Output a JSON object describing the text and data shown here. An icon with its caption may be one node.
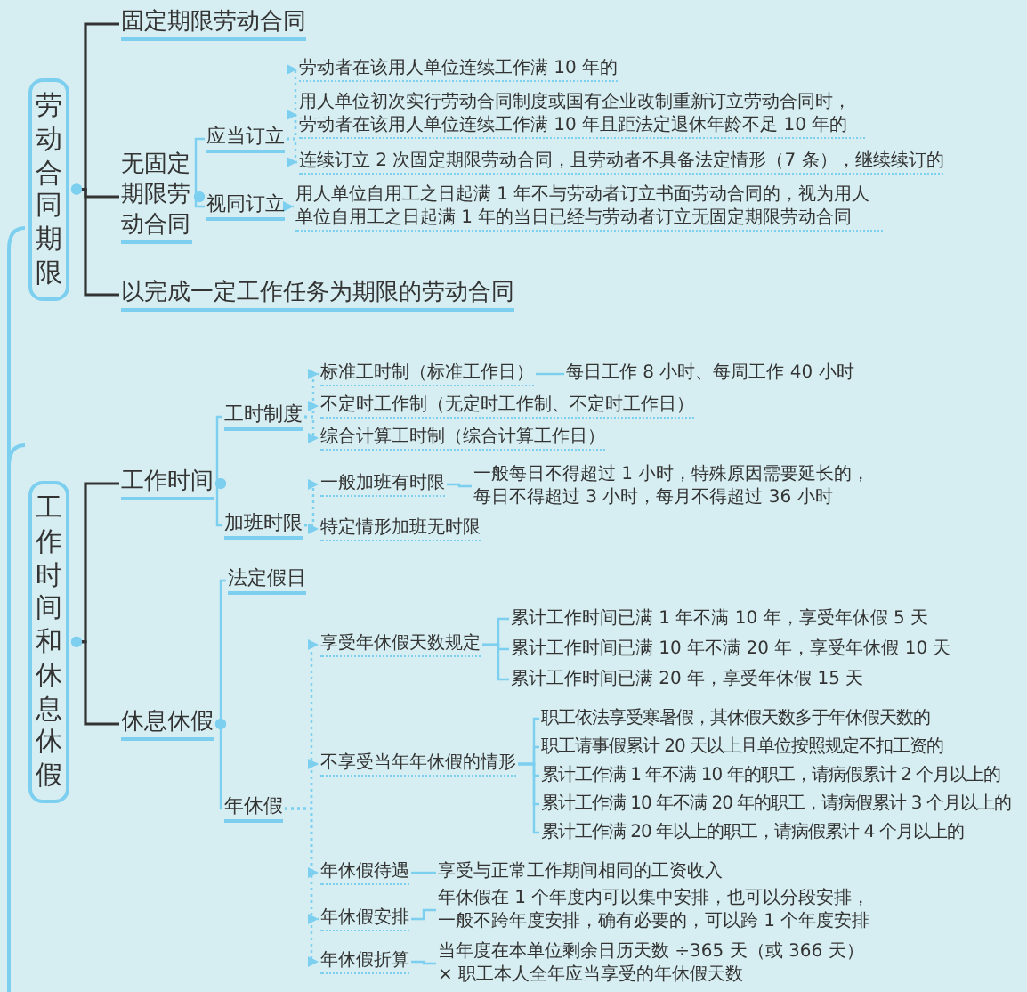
{
  "diagram": {
    "nodes": [
      {
        "text": [
          "劳动合同期限"
        ]
      },
      {
        "text": [
          "固定期限劳动合同"
        ]
      },
      {
        "text": [
          "无固定期限劳动合同"
        ]
      },
      {
        "text": [
          "应当订立"
        ]
      },
      {
        "text": [
          "劳动者在该用人单位连续工作满 10 年的"
        ]
      },
      {
        "text": [
          "用人单位初次实行劳动合同制度或国有企业改制重新订立劳动合同时，劳动者在该用人单位连续工作满 10 年且距法定退休年龄不足 10 年的"
        ]
      },
      {
        "text": [
          "连续订立 2 次固定期限劳动合同，且劳动者不具备法定情形（7 条），继续续订的"
        ]
      },
      {
        "text": [
          "视同订立"
        ]
      },
      {
        "text": [
          "用人单位自用工之日起满 1 年不与劳动者订立书面劳动合同的，视为用人单位自用工之日起满 1 年的当日已经与劳动者订立无固定期限劳动合同"
        ]
      },
      {
        "text": [
          "以完成一定工作任务为期限的劳动合同"
        ]
      },
      {
        "text": [
          "工作时间和休息休假"
        ]
      },
      {
        "text": [
          "工作时间"
        ]
      },
      {
        "text": [
          "工时制度"
        ]
      },
      {
        "text": [
          "标准工时制（标准工作日）"
        ]
      },
      {
        "text": [
          "每日工作 8 小时、每周工作 40 小时"
        ]
      },
      {
        "text": [
          "不定时工作制（无定时工作制、不定时工作日）"
        ]
      },
      {
        "text": [
          "综合计算工时制（综合计算工作日）"
        ]
      },
      {
        "text": [
          "加班时限"
        ]
      },
      {
        "text": [
          "一般加班有时限"
        ]
      },
      {
        "text": [
          "一般每日不得超过 1 小时，特殊原因需要延长的，每日不得超过 3 小时，每月不得超过 36 小时"
        ]
      },
      {
        "text": [
          "特定情形加班无时限"
        ]
      },
      {
        "text": [
          "休息休假"
        ]
      },
      {
        "text": [
          "法定假日"
        ]
      },
      {
        "text": [
          "年休假"
        ]
      },
      {
        "text": [
          "享受年休假天数规定"
        ]
      },
      {
        "text": [
          "累计工作时间已满 1 年不满 10 年，享受年休假 5 天"
        ]
      },
      {
        "text": [
          "累计工作时间已满 10 年不满 20 年，享受年休假 10 天"
        ]
      },
      {
        "text": [
          "累计工作时间已满 20 年，享受年休假 15 天"
        ]
      },
      {
        "text": [
          "不享受当年年休假的情形"
        ]
      },
      {
        "text": [
          "职工依法享受寒暑假，其休假天数多于年休假天数的"
        ]
      },
      {
        "text": [
          "职工请事假累计 20 天以上且单位按照规定不扣工资的"
        ]
      },
      {
        "text": [
          "累计工作满 1 年不满 10 年的职工，请病假累计 2 个月以上的"
        ]
      },
      {
        "text": [
          "累计工作满 10 年不满 20 年的职工，请病假累计 3 个月以上的"
        ]
      },
      {
        "text": [
          "累计工作满 20 年以上的职工，请病假累计 4 个月以上的"
        ]
      },
      {
        "text": [
          "年休假待遇"
        ]
      },
      {
        "text": [
          "享受与正常工作期间相同的工资收入"
        ]
      },
      {
        "text": [
          "年休假安排"
        ]
      },
      {
        "text": [
          "年休假在 1 个年度内可以集中安排，也可以分段安排，一般不跨年度安排，确有必要的，可以跨 1 个年度安排"
        ]
      },
      {
        "text": [
          "年休假折算"
        ]
      },
      {
        "text": [
          "当年度在本单位剩余日历天数 ÷365 天（或 366 天）× 职工本人全年应当享受的年休假天数"
        ]
      }
    ],
    "edges": [
      {
        "from": 0,
        "to": 1,
        "arrow": "other",
        "color": "#333333"
      },
      {
        "from": 0,
        "to": 2,
        "arrow": "other",
        "color": "#333333"
      },
      {
        "from": 0,
        "to": 9,
        "arrow": "other",
        "color": "#333333"
      },
      {
        "from": 2,
        "to": 3,
        "arrow": "other"
      },
      {
        "from": 2,
        "to": 7,
        "arrow": "other"
      },
      {
        "from": 3,
        "to": 4,
        "arrow": "to",
        "style": "dashed"
      },
      {
        "from": 3,
        "to": 5,
        "arrow": "to",
        "style": "dashed"
      },
      {
        "from": 3,
        "to": 6,
        "arrow": "to",
        "style": "dashed"
      },
      {
        "from": 7,
        "to": 8,
        "arrow": "to",
        "style": "dashed"
      },
      {
        "from": 10,
        "to": 11,
        "arrow": "other",
        "color": "#333333"
      },
      {
        "from": 10,
        "to": 21,
        "arrow": "other",
        "color": "#333333"
      },
      {
        "from": 11,
        "to": 12,
        "arrow": "other"
      },
      {
        "from": 11,
        "to": 17,
        "arrow": "other"
      },
      {
        "from": 12,
        "to": 13,
        "arrow": "to",
        "style": "dashed"
      },
      {
        "from": 12,
        "to": 15,
        "arrow": "to",
        "style": "dashed"
      },
      {
        "from": 12,
        "to": 16,
        "arrow": "to",
        "style": "dashed"
      },
      {
        "from": 13,
        "to": 14,
        "arrow": "none"
      },
      {
        "from": 17,
        "to": 18,
        "arrow": "to",
        "style": "dashed"
      },
      {
        "from": 17,
        "to": 20,
        "arrow": "to",
        "style": "dashed"
      },
      {
        "from": 18,
        "to": 19,
        "arrow": "none"
      },
      {
        "from": 21,
        "to": 22,
        "arrow": "other"
      },
      {
        "from": 21,
        "to": 23,
        "arrow": "other"
      },
      {
        "from": 23,
        "to": 24,
        "arrow": "to",
        "style": "dashed"
      },
      {
        "from": 23,
        "to": 28,
        "arrow": "to",
        "style": "dashed"
      },
      {
        "from": 23,
        "to": 34,
        "arrow": "to",
        "style": "dashed"
      },
      {
        "from": 23,
        "to": 36,
        "arrow": "to",
        "style": "dashed"
      },
      {
        "from": 23,
        "to": 38,
        "arrow": "to",
        "style": "dashed"
      },
      {
        "from": 24,
        "to": 25,
        "arrow": "none"
      },
      {
        "from": 24,
        "to": 26,
        "arrow": "none"
      },
      {
        "from": 24,
        "to": 27,
        "arrow": "none"
      },
      {
        "from": 28,
        "to": 29,
        "arrow": "none"
      },
      {
        "from": 28,
        "to": 30,
        "arrow": "none"
      },
      {
        "from": 28,
        "to": 31,
        "arrow": "none"
      },
      {
        "from": 28,
        "to": 32,
        "arrow": "none"
      },
      {
        "from": 28,
        "to": 33,
        "arrow": "none"
      },
      {
        "from": 34,
        "to": 35,
        "arrow": "none"
      },
      {
        "from": 36,
        "to": 37,
        "arrow": "none"
      },
      {
        "from": 38,
        "to": 39,
        "arrow": "none"
      }
    ]
  }
}
